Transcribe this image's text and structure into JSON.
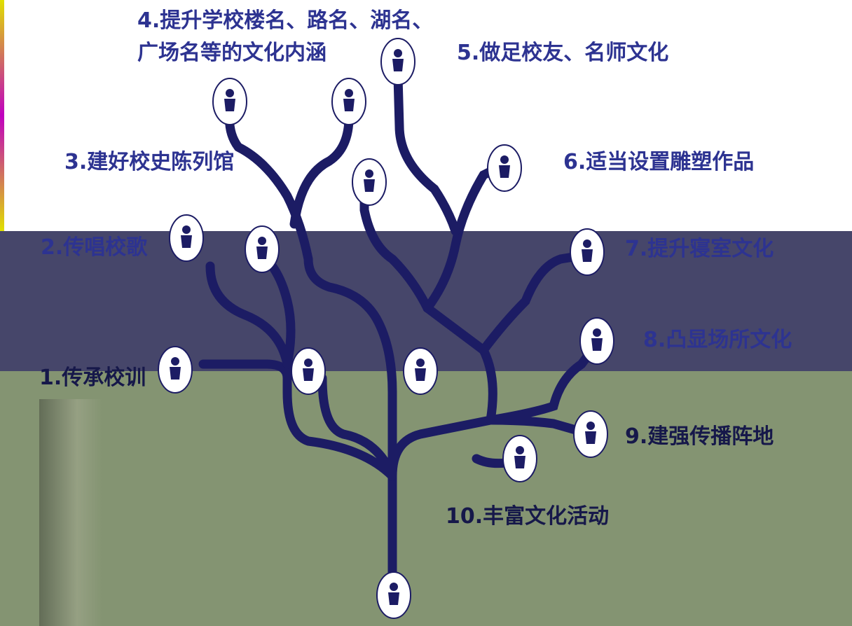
{
  "labels": {
    "l4_line1": "4.提升学校楼名、路名、湖名、",
    "l4_line2": "广场名等的文化内涵",
    "l5": "5.做足校友、名师文化",
    "l3": "3.建好校史陈列馆",
    "l6": "6.适当设置雕塑作品",
    "l2": "2.传唱校歌",
    "l7": "7.提升寝室文化",
    "l8": "8.凸显场所文化",
    "l1": "1.传承校训",
    "l9": "9.建强传播阵地",
    "l10": "10.丰富文化活动"
  },
  "colors": {
    "branch": "#1c1c64",
    "icon_fill": "#1c1c64",
    "band_top": "#ffffff",
    "band_mid": "#46466a",
    "band_bottom": "#849472"
  },
  "icon_name": "person-icon"
}
